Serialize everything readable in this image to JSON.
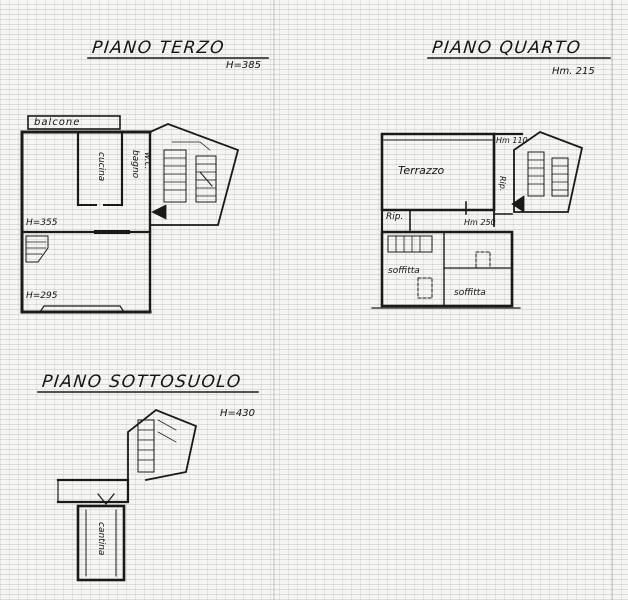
{
  "floors": {
    "third": {
      "title": "PIANO TERZO",
      "height": "H=385",
      "rooms": {
        "balcony": "balcone",
        "kitchen": "cucina",
        "bathroom": "bagno",
        "wc": "w.c."
      },
      "heights": [
        "H=355",
        "H=295"
      ]
    },
    "fourth": {
      "title": "PIANO QUARTO",
      "height": "Hm. 215",
      "rooms": {
        "terrace": "Terrazzo",
        "storage_left": "Rip.",
        "storage_right": "Rip.",
        "attic_left": "soffitta",
        "attic_right": "soffitta"
      },
      "heights": [
        "Hm 110",
        "Hm 250"
      ]
    },
    "basement": {
      "title": "PIANO SOTTOSUOLO",
      "height": "H=430",
      "rooms": {
        "cellar": "cantina"
      }
    }
  }
}
